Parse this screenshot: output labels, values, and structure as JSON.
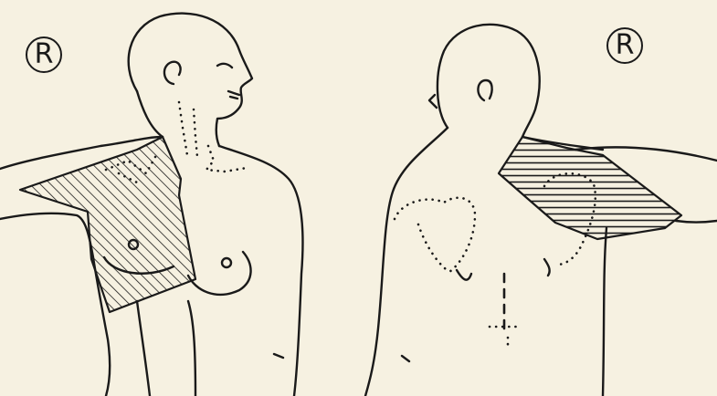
{
  "figure": {
    "front_view": {
      "label": "R"
    },
    "back_view": {
      "label": "R"
    }
  },
  "colors": {
    "paper": "#f6f1e1",
    "ink": "#1a1a1a"
  },
  "icons": {
    "front_view": "anatomical-front-figure",
    "back_view": "anatomical-back-figure"
  }
}
